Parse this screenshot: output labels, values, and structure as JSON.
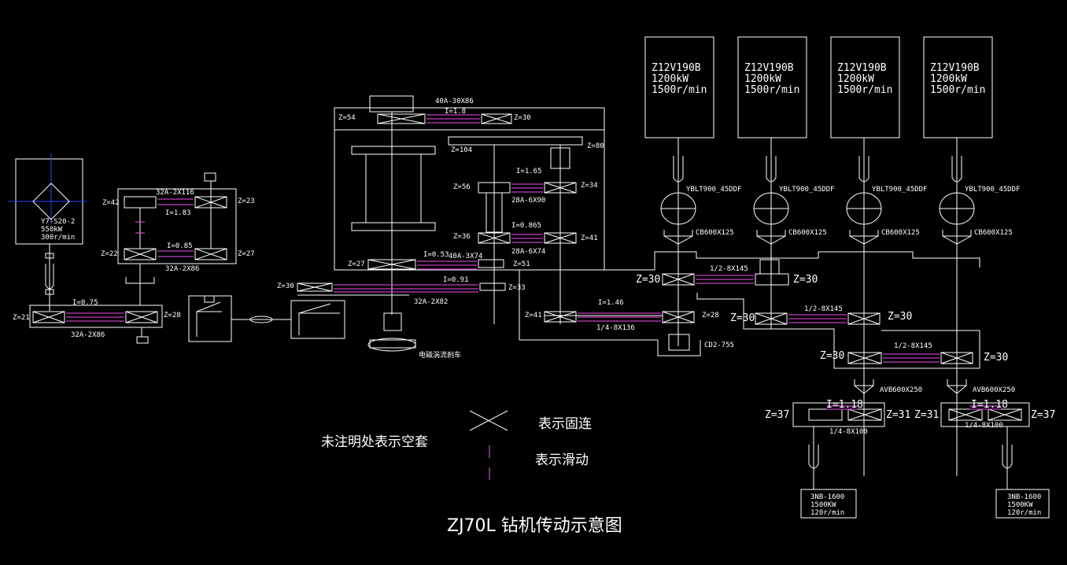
{
  "title": "ZJ70L 钻机传动示意图",
  "legend": {
    "fixed": "表示固连",
    "sliding": "表示滑动",
    "note": "未注明处表示空套"
  },
  "motor_small": {
    "model": "Y7-S20-2",
    "power": "550kW",
    "speed": "300r/min"
  },
  "engines": [
    {
      "model": "Z12V190B",
      "power": "1200kW",
      "speed": "1500r/min"
    },
    {
      "model": "Z12V190B",
      "power": "1200kW",
      "speed": "1500r/min"
    },
    {
      "model": "Z12V190B",
      "power": "1200kW",
      "speed": "1500r/min"
    },
    {
      "model": "Z12V190B",
      "power": "1200kW",
      "speed": "1500r/min"
    }
  ],
  "converter": "YBLT900_45DDF",
  "clutch": "CB600X125",
  "clutch_avb": "AVB600X250",
  "brake": "CD2-755",
  "eddy_brake": "电磁涡流刹车",
  "pumps": [
    {
      "model": "3NB-1600",
      "power": "1500KW",
      "speed": "120r/min"
    },
    {
      "model": "3NB-1600",
      "power": "1500KW",
      "speed": "120r/min"
    }
  ],
  "labels": {
    "z21": "Z=21",
    "z28a": "Z=28",
    "i075": "I=0.75",
    "c32a86a": "32A-2X86",
    "z42": "Z=42",
    "z23": "Z=23",
    "c32a116": "32A-2X116",
    "i193": "I=1.83",
    "z22": "Z=22",
    "z27a": "Z=27",
    "i085": "I=0.85",
    "c32a86b": "32A-2X86",
    "z54": "Z=54",
    "z30top": "Z=30",
    "c40a86": "40A-30X86",
    "i18": "I=1.8",
    "z104": "Z=104",
    "z80": "Z=80",
    "i165": "I=1.65",
    "z56": "Z=56",
    "z34": "Z=34",
    "c28a90": "28A-6X90",
    "z36": "Z=36",
    "z41a": "Z=41",
    "i0865": "I=0.865",
    "c28a74": "28A-6X74",
    "z27b": "Z=27",
    "z51": "Z=51",
    "i053": "I=0.53",
    "c40a74": "40A-3X74",
    "z30b": "Z=30",
    "z33": "Z=33",
    "i091": "I=0.91",
    "c32a82": "32A-2X82",
    "z41b": "Z=41",
    "z28b": "Z=28",
    "i146": "I=1.46",
    "c14136": "1/4-8X136",
    "z30c1": "Z=30",
    "z30c2": "Z=30",
    "c12145a": "1/2-8X145",
    "z30d1": "Z=30",
    "z30d2": "Z=30",
    "c12145b": "1/2-8X145",
    "z30e1": "Z=30",
    "z30e2": "Z=30",
    "c12145c": "1/2-8X145",
    "z37a": "Z=37",
    "z31a": "Z=31",
    "i118a": "I=1.18",
    "c14100a": "1/4-8X100",
    "z31b": "Z=31",
    "z37b": "Z=37",
    "i118b": "I=1.18",
    "c14100b": "1/4-8X100"
  },
  "colors": {
    "background": "#000000",
    "line": "#ffffff",
    "chain": "#c040c0",
    "axis": "#2244ff"
  }
}
